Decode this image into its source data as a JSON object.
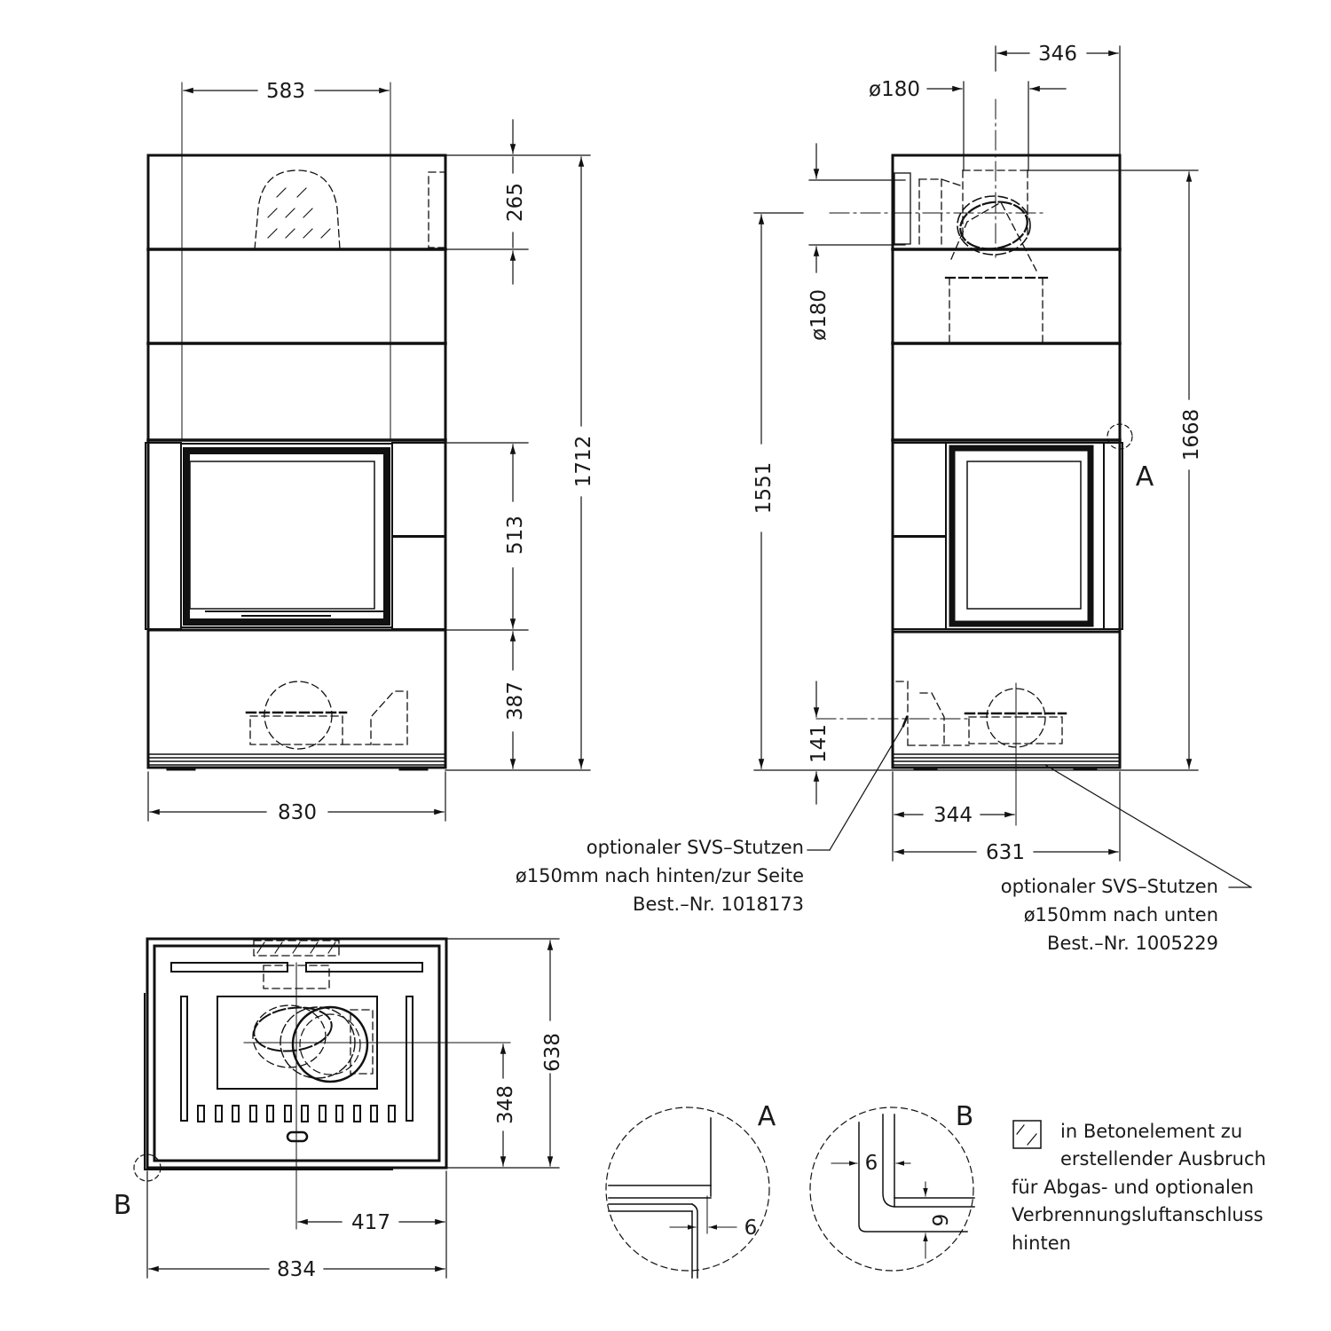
{
  "drawing": {
    "front_view": {
      "dims": {
        "top_width": "583",
        "top_block_height": "265",
        "door_height": "513",
        "base_height": "387",
        "total_height": "1712",
        "total_width": "830"
      }
    },
    "side_view": {
      "dims": {
        "flue_offset": "346",
        "flue_diameter_top": "ø180",
        "flue_diameter_rear": "ø180",
        "rear_flue_height": "1551",
        "top_flue_height": "1668",
        "svs_height": "141",
        "svs_offset": "344",
        "depth": "631"
      },
      "detail_marker": "A"
    },
    "plan_view": {
      "dims": {
        "depth": "638",
        "flue_center_depth": "348",
        "flue_center_offset": "417",
        "width": "834"
      },
      "detail_marker": "B"
    },
    "notes": {
      "svs_rear": [
        "optionaler SVS–Stutzen",
        "ø150mm nach hinten/zur Seite",
        "Best.–Nr. 1018173"
      ],
      "svs_bottom": [
        "optionaler SVS–Stutzen",
        "ø150mm nach unten",
        "Best.–Nr. 1005229"
      ]
    },
    "details": {
      "A": {
        "label": "A",
        "gap": "6"
      },
      "B": {
        "label": "B",
        "gap_x": "6",
        "gap_y": "6"
      }
    },
    "legend": {
      "icon": "hatched-square-icon",
      "lines": [
        "in Betonelement zu",
        "erstellender Ausbruch",
        "für Abgas- und optionalen",
        "Verbrennungsluftanschluss",
        "hinten"
      ]
    }
  }
}
